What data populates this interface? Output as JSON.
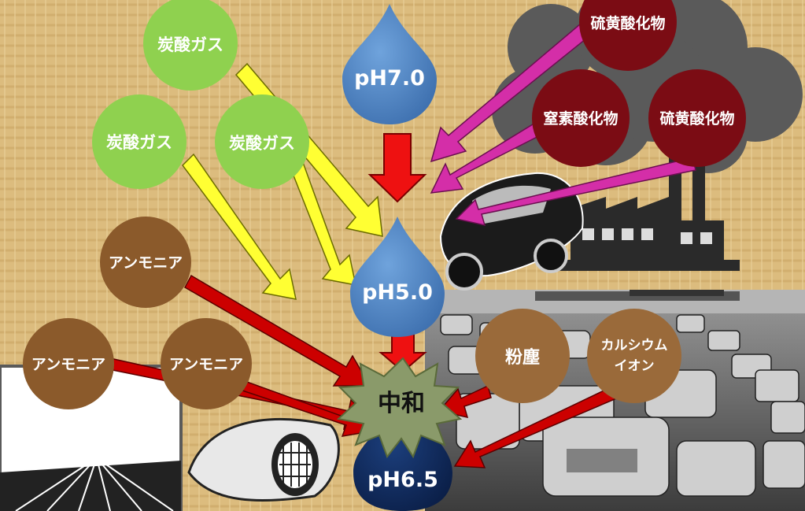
{
  "colors": {
    "background": "#d9b97a",
    "carbon_circle": "#8fd14f",
    "ammonia_circle": "#8b5a2b",
    "oxide_circle": "#7b0c14",
    "dust_circle": "#9a6a3a",
    "drop_light": "#4f86c6",
    "drop_dark": "#0e2a5c",
    "yellow_arrow": "#ffff33",
    "magenta_arrow": "#d42ea8",
    "red_arrow": "#cc0000",
    "neutral_burst": "#8a9a6a"
  },
  "drops": [
    {
      "label": "pH7.0"
    },
    {
      "label": "pH5.0"
    },
    {
      "label": "pH6.5"
    }
  ],
  "center_label": "中和",
  "carbon_dioxide": [
    {
      "label": "炭酸ガス"
    },
    {
      "label": "炭酸ガス"
    },
    {
      "label": "炭酸ガス"
    }
  ],
  "oxides": [
    {
      "label": "硫黄酸化物"
    },
    {
      "label": "窒素酸化物"
    },
    {
      "label": "硫黄酸化物"
    }
  ],
  "ammonia": [
    {
      "label": "アンモニア"
    },
    {
      "label": "アンモニア"
    },
    {
      "label": "アンモニア"
    }
  ],
  "dust": {
    "label": "粉塵"
  },
  "calcium": {
    "line1": "カルシウム",
    "line2": "イオン"
  },
  "icons": [
    "smoke-cloud-icon",
    "factory-icon",
    "car-icon",
    "traffic-photo",
    "farm-field-photo",
    "exhaust-pipe-icon"
  ]
}
